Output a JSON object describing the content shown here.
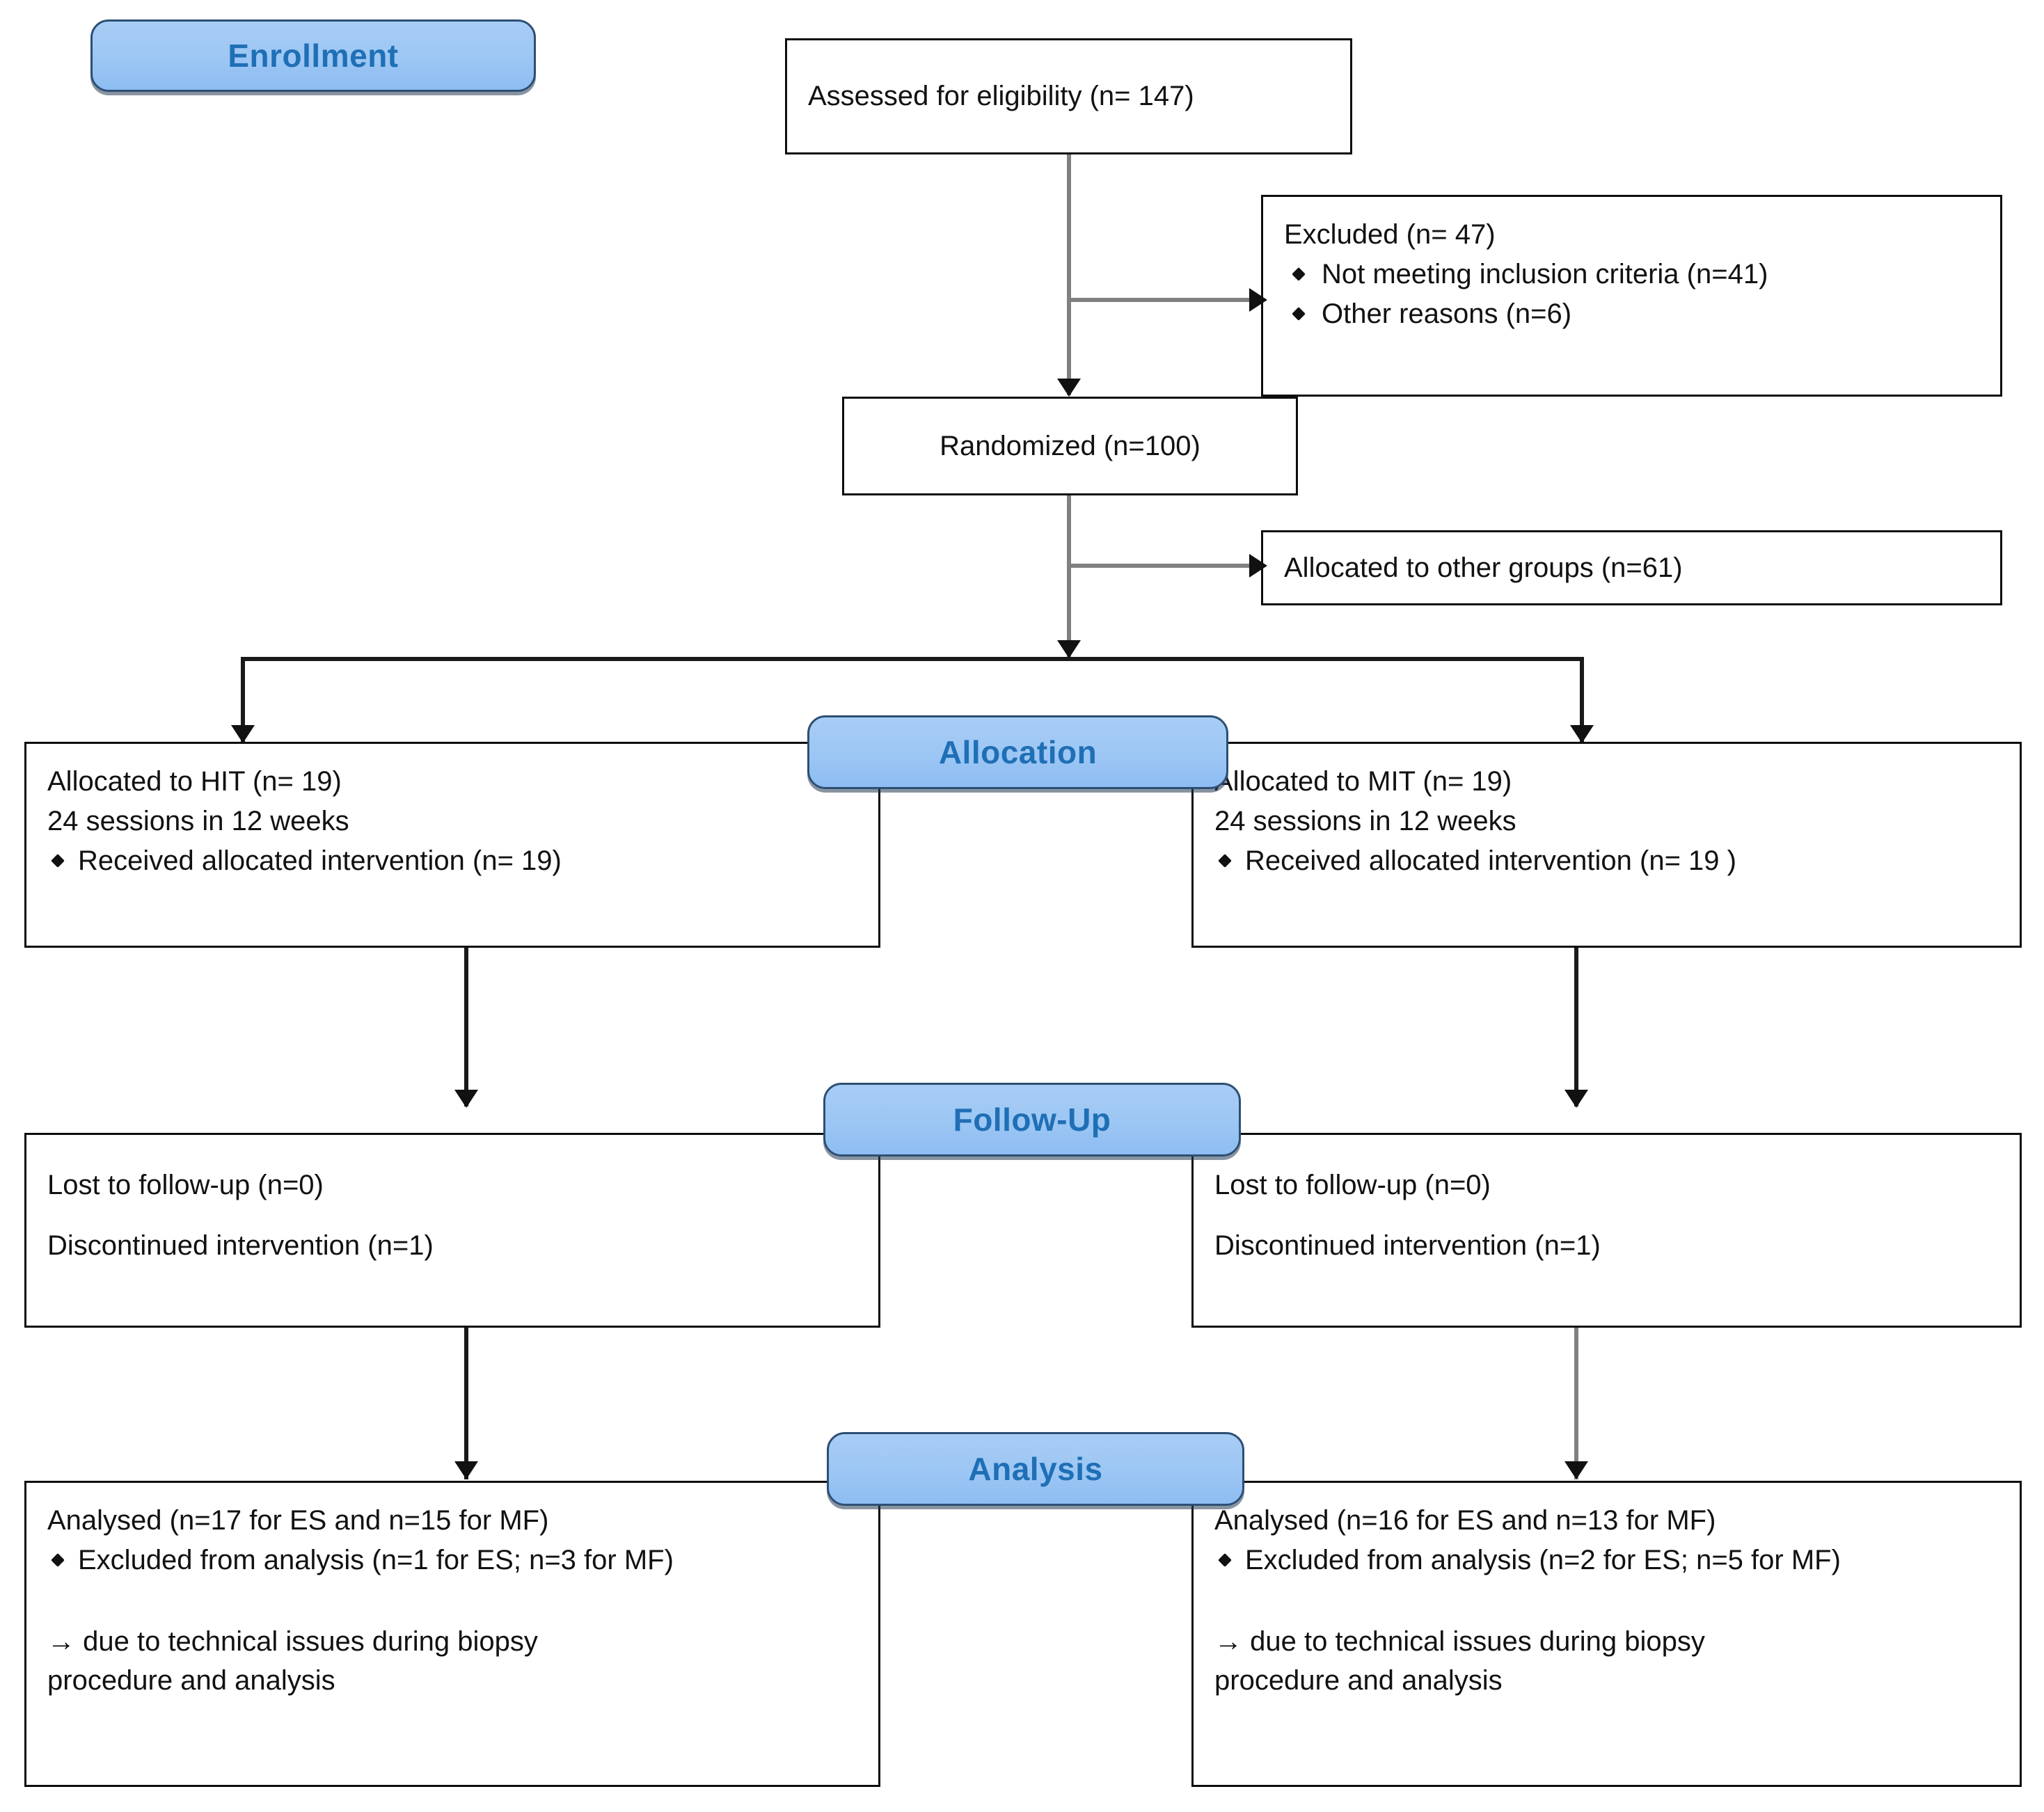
{
  "diagram": {
    "title": "CONSORT participant flow diagram",
    "accent_blue": "#9cc6f4",
    "pill_text_color": "#1f6fb5",
    "box_border_color": "#0d0d0d",
    "connector_color": "#808080"
  },
  "stages": {
    "enrollment": "Enrollment",
    "allocation": "Allocation",
    "followup": "Follow-Up",
    "analysis": "Analysis"
  },
  "enrollment": {
    "assessed": "Assessed for eligibility (n= 147)",
    "excluded_title": "Excluded (n= 47)",
    "excluded_items": [
      "Not meeting inclusion criteria (n=41)",
      "Other reasons (n=6)"
    ],
    "randomized": "Randomized (n=100)",
    "other_groups": "Allocated to other groups (n=61)"
  },
  "allocation": {
    "left": {
      "line1": "Allocated to HIT (n= 19)",
      "line2": "24 sessions in 12 weeks",
      "bullet1": "Received allocated intervention (n= 19)"
    },
    "right": {
      "line1": "Allocated to MIT (n= 19)",
      "line2": "24 sessions in 12 weeks",
      "bullet1": "Received allocated intervention (n= 19 )"
    }
  },
  "followup": {
    "left": {
      "line1": "Lost to follow-up (n=0)",
      "line2": "Discontinued intervention (n=1)"
    },
    "right": {
      "line1": "Lost to follow-up (n=0)",
      "line2": "Discontinued intervention (n=1)"
    }
  },
  "analysis": {
    "left": {
      "line1": "Analysed (n=17 for ES and n=15 for MF)",
      "bullet1": "Excluded from analysis (n=1 for ES; n=3 for MF)",
      "note1": "→ due to technical issues during biopsy",
      "note2": "procedure and analysis"
    },
    "right": {
      "line1": "Analysed (n=16 for ES and n=13 for MF)",
      "bullet1": "Excluded from analysis (n=2 for ES; n=5 for MF)",
      "note1": "→ due to technical issues during biopsy",
      "note2": "procedure and analysis"
    }
  }
}
